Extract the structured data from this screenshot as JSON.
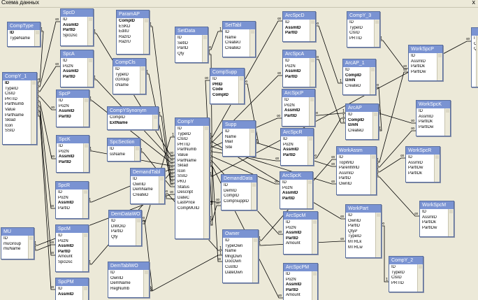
{
  "window": {
    "title": "Схема данных",
    "close_glyph": "x"
  },
  "tables": [
    {
      "id": "t_CompType",
      "name": "CompType",
      "fields": [
        {
          "n": "ID",
          "k": true
        },
        {
          "n": "TypeName"
        }
      ]
    },
    {
      "id": "t_SpcD",
      "name": "SpcD",
      "fields": [
        {
          "n": "ID"
        },
        {
          "n": "AssmID",
          "k": true
        },
        {
          "n": "PartID",
          "k": true
        },
        {
          "n": "SpcDsc"
        }
      ]
    },
    {
      "id": "t_ParamAP",
      "name": "ParamAP",
      "fields": [
        {
          "n": "CompID",
          "k": true
        },
        {
          "n": "ESKD"
        },
        {
          "n": "EditU"
        },
        {
          "n": "RazrD"
        },
        {
          "n": "RazrU"
        }
      ]
    },
    {
      "id": "t_SetData",
      "name": "SetData",
      "fields": [
        {
          "n": "ID"
        },
        {
          "n": "SetID"
        },
        {
          "n": "ParID"
        },
        {
          "n": "Qty"
        }
      ]
    },
    {
      "id": "t_SetTabl",
      "name": "SetTabl",
      "fields": [
        {
          "n": "ID"
        },
        {
          "n": "Name"
        },
        {
          "n": "CreateU"
        },
        {
          "n": "CreateD"
        }
      ]
    },
    {
      "id": "t_ArcSpcD",
      "name": "ArcSpcD",
      "fields": [
        {
          "n": "ID"
        },
        {
          "n": "AssmID",
          "k": true
        },
        {
          "n": "PartID",
          "k": true
        }
      ]
    },
    {
      "id": "t_CompY_3",
      "name": "CompY_3",
      "fields": [
        {
          "n": "ID"
        },
        {
          "n": "TypeID"
        },
        {
          "n": "ClsID"
        },
        {
          "n": "PRTID"
        }
      ]
    },
    {
      "id": "t_SpcA",
      "name": "SpcA",
      "fields": [
        {
          "n": "ID"
        },
        {
          "n": "PozN"
        },
        {
          "n": "AssmID",
          "k": true
        },
        {
          "n": "PartID",
          "k": true
        }
      ]
    },
    {
      "id": "t_CompCls",
      "name": "CompCls",
      "fields": [
        {
          "n": "ID"
        },
        {
          "n": "TypeID"
        },
        {
          "n": "cGroup"
        },
        {
          "n": "cName"
        }
      ]
    },
    {
      "id": "t_CompSupp",
      "name": "CompSupp",
      "fields": [
        {
          "n": "ID"
        },
        {
          "n": "PRID",
          "k": true
        },
        {
          "n": "Code",
          "k": true
        },
        {
          "n": "CompID",
          "k": true
        }
      ]
    },
    {
      "id": "t_ArcSpcA",
      "name": "ArcSpcA",
      "fields": [
        {
          "n": "ID"
        },
        {
          "n": "PozN"
        },
        {
          "n": "AssmID",
          "k": true
        },
        {
          "n": "PartID",
          "k": true
        }
      ]
    },
    {
      "id": "t_ArcAP_1",
      "name": "ArcAP_1",
      "fields": [
        {
          "n": "ID"
        },
        {
          "n": "CompID",
          "k": true
        },
        {
          "n": "IzmN",
          "k": true
        },
        {
          "n": "CreateD"
        }
      ]
    },
    {
      "id": "t_WorkSpcP",
      "name": "WorkSpcP",
      "fields": [
        {
          "n": "ID"
        },
        {
          "n": "AssmID"
        },
        {
          "n": "PartIDk"
        },
        {
          "n": "PartIDw"
        }
      ]
    },
    {
      "id": "t_CompY_1",
      "name": "CompY_1",
      "fields": [
        {
          "n": "ID",
          "k": true
        },
        {
          "n": "TypeID"
        },
        {
          "n": "ClsID"
        },
        {
          "n": "PRTID"
        },
        {
          "n": "PartNumb"
        },
        {
          "n": "Value"
        },
        {
          "n": "PartName"
        },
        {
          "n": "Sklad"
        },
        {
          "n": "Icon"
        },
        {
          "n": "SSID"
        }
      ]
    },
    {
      "id": "t_SpcP",
      "name": "SpcP",
      "fields": [
        {
          "n": "ID"
        },
        {
          "n": "PozN"
        },
        {
          "n": "AssmID",
          "k": true
        },
        {
          "n": "PartID",
          "k": true
        }
      ]
    },
    {
      "id": "t_CompYSynonym",
      "name": "CompYSynonym",
      "fields": [
        {
          "n": "CompID"
        },
        {
          "n": "ExtName",
          "k": true
        }
      ]
    },
    {
      "id": "t_ArcSpcP",
      "name": "ArcSpcP",
      "fields": [
        {
          "n": "ID"
        },
        {
          "n": "PozN"
        },
        {
          "n": "AssmID",
          "k": true
        },
        {
          "n": "PartID",
          "k": true
        }
      ]
    },
    {
      "id": "t_ArcAP",
      "name": "ArcAP",
      "fields": [
        {
          "n": "ID"
        },
        {
          "n": "CompID",
          "k": true
        },
        {
          "n": "IzmN",
          "k": true
        },
        {
          "n": "CreateD"
        }
      ]
    },
    {
      "id": "t_WorkSpcK",
      "name": "WorkSpcK",
      "fields": [
        {
          "n": "ID"
        },
        {
          "n": "AssmID"
        },
        {
          "n": "PartIDk"
        },
        {
          "n": "PartIDw"
        }
      ]
    },
    {
      "id": "t_CompY",
      "name": "CompY",
      "fields": [
        {
          "n": "ID"
        },
        {
          "n": "TypeID"
        },
        {
          "n": "ClsID"
        },
        {
          "n": "PRTID"
        },
        {
          "n": "PartNumb"
        },
        {
          "n": "Value"
        },
        {
          "n": "PartName"
        },
        {
          "n": "Sklad"
        },
        {
          "n": "Icon"
        },
        {
          "n": "SSID"
        },
        {
          "n": "PKU"
        },
        {
          "n": "Status"
        },
        {
          "n": "Descript"
        },
        {
          "n": "DateC"
        },
        {
          "n": "LastPrice"
        },
        {
          "n": "CompMUID"
        }
      ]
    },
    {
      "id": "t_Supp",
      "name": "Supp",
      "fields": [
        {
          "n": "ID"
        },
        {
          "n": "Name"
        },
        {
          "n": "Mail"
        },
        {
          "n": "Site"
        }
      ]
    },
    {
      "id": "t_SpcK",
      "name": "SpcK",
      "fields": [
        {
          "n": "ID"
        },
        {
          "n": "PozN"
        },
        {
          "n": "AssmID",
          "k": true
        },
        {
          "n": "PartID",
          "k": true
        }
      ]
    },
    {
      "id": "t_SpcSection",
      "name": "SpcSection",
      "fields": [
        {
          "n": "ID"
        },
        {
          "n": "ssName"
        }
      ]
    },
    {
      "id": "t_ArcSpcR",
      "name": "ArcSpcR",
      "fields": [
        {
          "n": "ID"
        },
        {
          "n": "PozN"
        },
        {
          "n": "AssmID",
          "k": true
        },
        {
          "n": "PartID",
          "k": true
        }
      ]
    },
    {
      "id": "t_WorkAssm",
      "name": "WorkAssm",
      "fields": [
        {
          "n": "ID"
        },
        {
          "n": "TopWID"
        },
        {
          "n": "ParentWID"
        },
        {
          "n": "AssmID"
        },
        {
          "n": "PartID"
        },
        {
          "n": "OwnID"
        }
      ]
    },
    {
      "id": "t_WorkSpcR",
      "name": "WorkSpcR",
      "fields": [
        {
          "n": "ID"
        },
        {
          "n": "AssmID"
        },
        {
          "n": "PartIDw"
        },
        {
          "n": "PartIDk"
        }
      ]
    },
    {
      "id": "t_DemandTabl",
      "name": "DemandTabl",
      "fields": [
        {
          "n": "ID"
        },
        {
          "n": "OwnID"
        },
        {
          "n": "DemName"
        },
        {
          "n": "CreateD"
        }
      ]
    },
    {
      "id": "t_DemandData",
      "name": "DemandData",
      "fields": [
        {
          "n": "ID"
        },
        {
          "n": "DemID"
        },
        {
          "n": "CompID"
        },
        {
          "n": "CompSuppID"
        }
      ]
    },
    {
      "id": "t_ArcSpcK",
      "name": "ArcSpcK",
      "fields": [
        {
          "n": "ID"
        },
        {
          "n": "PozN"
        },
        {
          "n": "AssmID",
          "k": true
        },
        {
          "n": "PartID",
          "k": true
        }
      ]
    },
    {
      "id": "t_SpcR",
      "name": "SpcR",
      "fields": [
        {
          "n": "ID"
        },
        {
          "n": "PozN"
        },
        {
          "n": "AssmID",
          "k": true
        },
        {
          "n": "PartID"
        }
      ]
    },
    {
      "id": "t_DemDataWO",
      "name": "DemDataWO",
      "fields": [
        {
          "n": "ID"
        },
        {
          "n": "DWOID"
        },
        {
          "n": "PartID"
        },
        {
          "n": "Qty"
        }
      ]
    },
    {
      "id": "t_WorkPart",
      "name": "WorkPart",
      "fields": [
        {
          "n": "ID"
        },
        {
          "n": "OwnID"
        },
        {
          "n": "PartID"
        },
        {
          "n": "QtyP"
        },
        {
          "n": "TypeID"
        },
        {
          "n": "MTRLk"
        },
        {
          "n": "MTRLw"
        }
      ]
    },
    {
      "id": "t_ArcSpcM",
      "name": "ArcSpcM",
      "fields": [
        {
          "n": "ID"
        },
        {
          "n": "PozN"
        },
        {
          "n": "AssmID",
          "k": true
        },
        {
          "n": "PartID",
          "k": true
        },
        {
          "n": "Amount"
        }
      ]
    },
    {
      "id": "t_WorkSpcM",
      "name": "WorkSpcM",
      "fields": [
        {
          "n": "ID"
        },
        {
          "n": "AssmID"
        },
        {
          "n": "PartIDk"
        },
        {
          "n": "PartIDw"
        }
      ]
    },
    {
      "id": "t_MU",
      "name": "MU",
      "fields": [
        {
          "n": "ID"
        },
        {
          "n": "muGroup"
        },
        {
          "n": "muName"
        }
      ]
    },
    {
      "id": "t_SpcM",
      "name": "SpcM",
      "fields": [
        {
          "n": "ID"
        },
        {
          "n": "PozN"
        },
        {
          "n": "AssmID",
          "k": true
        },
        {
          "n": "PartID",
          "k": true
        },
        {
          "n": "Amount"
        },
        {
          "n": "SpcDsc"
        }
      ]
    },
    {
      "id": "t_Owner",
      "name": "Owner",
      "fields": [
        {
          "n": "ID"
        },
        {
          "n": "TypeOwn"
        },
        {
          "n": "Name"
        },
        {
          "n": "MngOwn"
        },
        {
          "n": "DocOwn"
        },
        {
          "n": "CustID"
        },
        {
          "n": "DateOwn"
        }
      ]
    },
    {
      "id": "t_DemTablWO",
      "name": "DemTablWO",
      "fields": [
        {
          "n": "ID"
        },
        {
          "n": "OwnID"
        },
        {
          "n": "DemName"
        },
        {
          "n": "RegNumb"
        }
      ]
    },
    {
      "id": "t_ArcSpcPM",
      "name": "ArcSpcPM",
      "fields": [
        {
          "n": "ID"
        },
        {
          "n": "PozN"
        },
        {
          "n": "AssmID",
          "k": true
        },
        {
          "n": "PartID",
          "k": true
        },
        {
          "n": "Amount"
        }
      ]
    },
    {
      "id": "t_CompY_2",
      "name": "CompY_2",
      "fields": [
        {
          "n": "ID"
        },
        {
          "n": "TypeID"
        },
        {
          "n": "ClsID"
        },
        {
          "n": "PRTID"
        }
      ]
    },
    {
      "id": "t_SpcPM",
      "name": "SpcPM",
      "fields": [
        {
          "n": "ID"
        },
        {
          "n": "AssmID",
          "k": true
        }
      ]
    },
    {
      "id": "t_edge",
      "name": "",
      "fields": [
        {
          "n": "I"
        },
        {
          "n": "C"
        },
        {
          "n": "Q"
        }
      ]
    }
  ],
  "relations": [
    [
      "t_CompType",
      "t_CompY_1"
    ],
    [
      "t_CompY_1",
      "t_SpcD"
    ],
    [
      "t_CompY_1",
      "t_SpcA"
    ],
    [
      "t_CompY_1",
      "t_SpcP"
    ],
    [
      "t_CompY_1",
      "t_SpcK"
    ],
    [
      "t_CompY_1",
      "t_SpcR"
    ],
    [
      "t_CompY_1",
      "t_SpcM"
    ],
    [
      "t_CompY_1",
      "t_SpcPM"
    ],
    [
      "t_SpcD",
      "t_CompY"
    ],
    [
      "t_SpcA",
      "t_CompY"
    ],
    [
      "t_SpcP",
      "t_CompY"
    ],
    [
      "t_SpcK",
      "t_CompY"
    ],
    [
      "t_SpcR",
      "t_CompY"
    ],
    [
      "t_SpcM",
      "t_CompY"
    ],
    [
      "t_ParamAP",
      "t_CompY"
    ],
    [
      "t_CompCls",
      "t_CompY"
    ],
    [
      "t_CompYSynonym",
      "t_CompY"
    ],
    [
      "t_SpcSection",
      "t_CompY"
    ],
    [
      "t_DemandTabl",
      "t_DemandData"
    ],
    [
      "t_CompY",
      "t_DemandData"
    ],
    [
      "t_CompY",
      "t_CompSupp"
    ],
    [
      "t_Supp",
      "t_CompSupp"
    ],
    [
      "t_SetData",
      "t_CompY"
    ],
    [
      "t_SetTabl",
      "t_SetData"
    ],
    [
      "t_CompY",
      "t_ArcSpcD"
    ],
    [
      "t_CompY",
      "t_ArcSpcA"
    ],
    [
      "t_CompY",
      "t_ArcSpcP"
    ],
    [
      "t_CompY",
      "t_ArcSpcR"
    ],
    [
      "t_CompY",
      "t_ArcSpcK"
    ],
    [
      "t_CompY",
      "t_ArcSpcM"
    ],
    [
      "t_CompY",
      "t_ArcSpcPM"
    ],
    [
      "t_ArcAP",
      "t_ArcAP_1"
    ],
    [
      "t_ArcAP",
      "t_ArcSpcP"
    ],
    [
      "t_ArcAP",
      "t_ArcSpcR"
    ],
    [
      "t_ArcAP",
      "t_ArcSpcA"
    ],
    [
      "t_ArcAP_1",
      "t_ArcSpcD"
    ],
    [
      "t_CompY_3",
      "t_WorkSpcP"
    ],
    [
      "t_WorkAssm",
      "t_WorkSpcP"
    ],
    [
      "t_WorkAssm",
      "t_WorkSpcK"
    ],
    [
      "t_WorkAssm",
      "t_WorkSpcR"
    ],
    [
      "t_WorkAssm",
      "t_WorkSpcM"
    ],
    [
      "t_Owner",
      "t_WorkAssm"
    ],
    [
      "t_Owner",
      "t_WorkPart"
    ],
    [
      "t_Owner",
      "t_DemandTabl"
    ],
    [
      "t_Owner",
      "t_DemTablWO"
    ],
    [
      "t_DemTablWO",
      "t_DemDataWO"
    ],
    [
      "t_CompY",
      "t_DemDataWO"
    ],
    [
      "t_CompY",
      "t_WorkPart"
    ],
    [
      "t_CompY",
      "t_WorkAssm"
    ],
    [
      "t_CompY_2",
      "t_WorkPart"
    ],
    [
      "t_MU",
      "t_CompY"
    ],
    [
      "t_MU",
      "t_SpcM"
    ],
    [
      "t_CompY",
      "t_Owner"
    ],
    [
      "t_Supp",
      "t_WorkAssm"
    ],
    [
      "t_CompY",
      "t_edge"
    ],
    [
      "t_ArcAP",
      "t_WorkSpcK"
    ]
  ]
}
